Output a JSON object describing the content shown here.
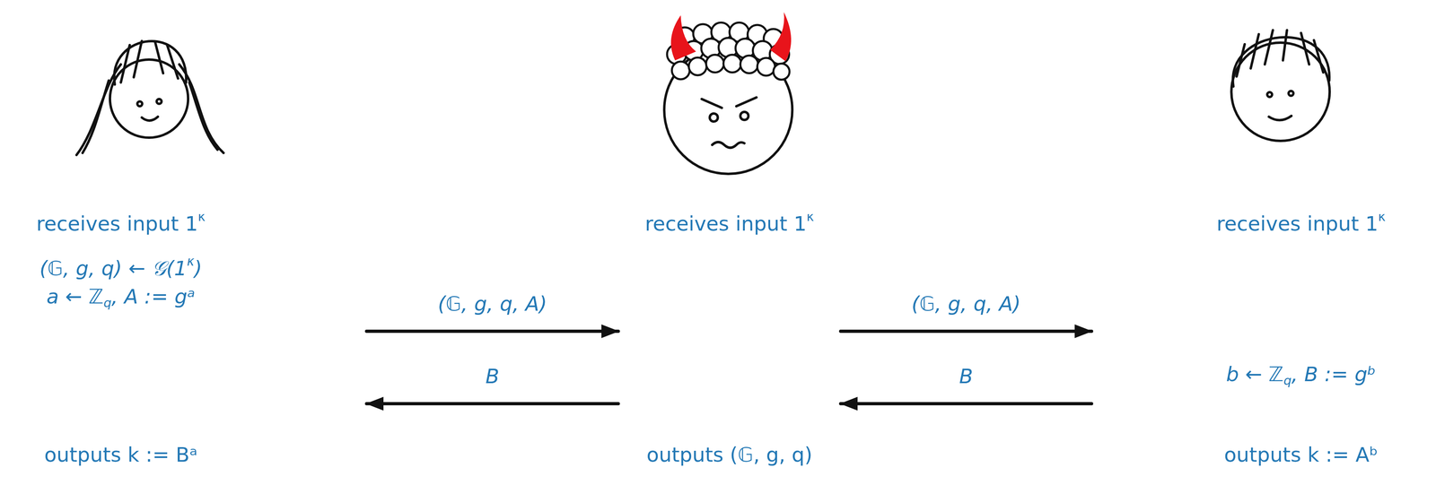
{
  "diagram": {
    "nodes": [
      {
        "text": [
          "receives input 1κ",
          "(𝔾, g, q) ← 𝒢(1κ)",
          "a ← ℤq, A := gᵃ",
          "outputs k := Bᵃ"
        ]
      },
      {
        "text": [
          "receives input 1κ",
          "outputs (𝔾, g, q)"
        ]
      },
      {
        "text": [
          "receives input 1κ",
          "b ← ℤq, B := gᵇ",
          "outputs k := Aᵇ"
        ]
      }
    ],
    "edges": [
      {
        "from": 0,
        "to": 1,
        "label": "(𝔾, g, q, A)",
        "arrow": "to"
      },
      {
        "from": 1,
        "to": 0,
        "label": "B",
        "arrow": "to"
      },
      {
        "from": 1,
        "to": 2,
        "label": "(𝔾, g, q, A)",
        "arrow": "to"
      },
      {
        "from": 2,
        "to": 1,
        "label": "B",
        "arrow": "to"
      }
    ]
  }
}
